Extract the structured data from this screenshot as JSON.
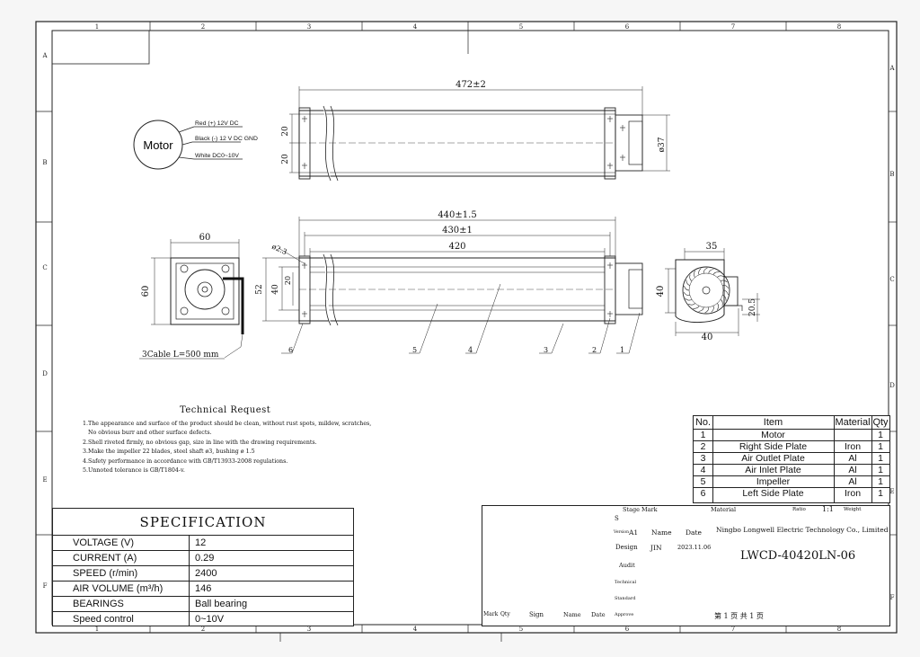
{
  "frame": {
    "top_columns": [
      "1",
      "2",
      "3",
      "4",
      "5",
      "6",
      "7",
      "8"
    ],
    "bottom_columns": [
      "1",
      "2",
      "3",
      "4",
      "5",
      "6",
      "7",
      "8"
    ],
    "left_rows": [
      "A",
      "B",
      "C",
      "D",
      "E",
      "F"
    ],
    "right_rows": [
      "A",
      "B",
      "C",
      "D",
      "E",
      "F"
    ]
  },
  "wiring": {
    "label": "Motor",
    "wires": [
      "Red (+) 12V DC",
      "Black (-) 12 V DC GND",
      "White DC0~10V"
    ]
  },
  "dimensions": {
    "overall_top": "472±2",
    "diameter": "ø37",
    "top_h1": "20",
    "top_h2": "20",
    "front_outer": "440±1.5",
    "front_mid": "430±1",
    "front_inner": "420",
    "front_hole": "ø2.3",
    "front_h52": "52",
    "front_h40": "40",
    "front_h20": "20",
    "left_w": "60",
    "left_h": "60",
    "cable": "3Cable  L=500 mm",
    "right_w35": "35",
    "right_h40": "40",
    "right_w40": "40",
    "right_h205": "20.5"
  },
  "callouts": [
    "6",
    "5",
    "4",
    "3",
    "2",
    "1"
  ],
  "technical_request": {
    "title": "Technical Request",
    "lines": [
      "1.The appearance and surface of the product should be clean, without rust spots, mildew, scratches,",
      "  No obvious burr and other surface defects.",
      "2.Shell riveted firmly, no obvious gap, size in line with the drawing requirements.",
      "3.Make the impeller 22 blades, steel shaft ø3, bushing ø 1.5",
      "4.Safety performance in accordance with GB/T13933-2008 regulations.",
      "5.Unnoted tolerance is GB/T1804-v."
    ]
  },
  "specification": {
    "title": "SPECIFICATION",
    "rows": [
      {
        "label": "VOLTAGE  (V)",
        "value": "12"
      },
      {
        "label": "CURRENT   (A)",
        "value": "0.29"
      },
      {
        "label": "SPEED    (r/min)",
        "value": "2400"
      },
      {
        "label": "AIR  VOLUME    (m³/h)",
        "value": "146"
      },
      {
        "label": "BEARINGS",
        "value": "Ball bearing"
      },
      {
        "label": "Speed control",
        "value": "0~10V"
      }
    ]
  },
  "parts_list": {
    "headers": [
      "No.",
      "Item",
      "Material",
      "Qty"
    ],
    "rows": [
      [
        "1",
        "Motor",
        "",
        "1"
      ],
      [
        "2",
        "Right Side Plate",
        "Iron",
        "1"
      ],
      [
        "3",
        "Air Outlet Plate",
        "Al",
        "1"
      ],
      [
        "4",
        "Air Inlet Plate",
        "Al",
        "1"
      ],
      [
        "5",
        "Impeller",
        "Al",
        "1"
      ],
      [
        "6",
        "Left Side Plate",
        "Iron",
        "1"
      ]
    ]
  },
  "title_block": {
    "material_label": "Material",
    "ratio_label": "Ratio",
    "ratio_value": "1:1",
    "weight_label": "Weight",
    "company": "Ningbo Longwell Electric Technology  Co., Limited",
    "drawing_no": "LWCD-40420LN-06",
    "stage_mark": "Stage Mark",
    "stage_s": "S",
    "version_label": "Version",
    "version_value": "A1",
    "name_label": "Name",
    "date_label": "Date",
    "design_label": "Design",
    "design_name": "JIN",
    "design_date": "2023.11.06",
    "audit_label": "Audit",
    "technical_label": "Technical",
    "standard_label": "Standard",
    "approve_label": "Approve",
    "bottom_headers": [
      "Mark",
      "Qty",
      "Sign",
      "Name",
      "Date"
    ],
    "page_info": "第 1 页   共 1 页"
  }
}
